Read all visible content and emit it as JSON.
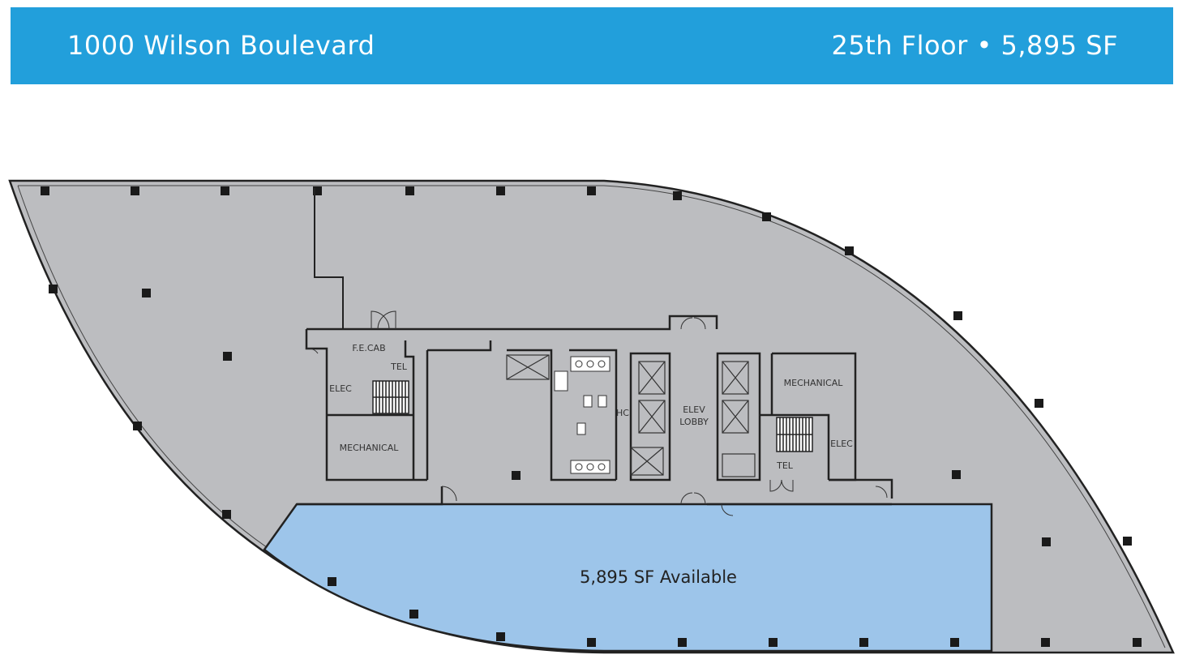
{
  "header": {
    "address": "1000 Wilson Boulevard",
    "floor_info": "25th Floor • 5,895 SF"
  },
  "plan": {
    "available_label": "5,895 SF Available",
    "rooms": {
      "fe_cab": "F.E.CAB",
      "tel_left": "TEL",
      "elec_left": "ELEC",
      "mechanical_left": "MECHANICAL",
      "hc": "HC",
      "elev": "ELEV",
      "lobby": "LOBBY",
      "mechanical_right": "MECHANICAL",
      "elec_right": "ELEC",
      "tel_right": "TEL"
    }
  },
  "colors": {
    "banner": "#229fdb",
    "floor": "#bcbdc0",
    "available": "#9dc5ea",
    "core": "#bcbdc0",
    "wall": "#222222"
  }
}
